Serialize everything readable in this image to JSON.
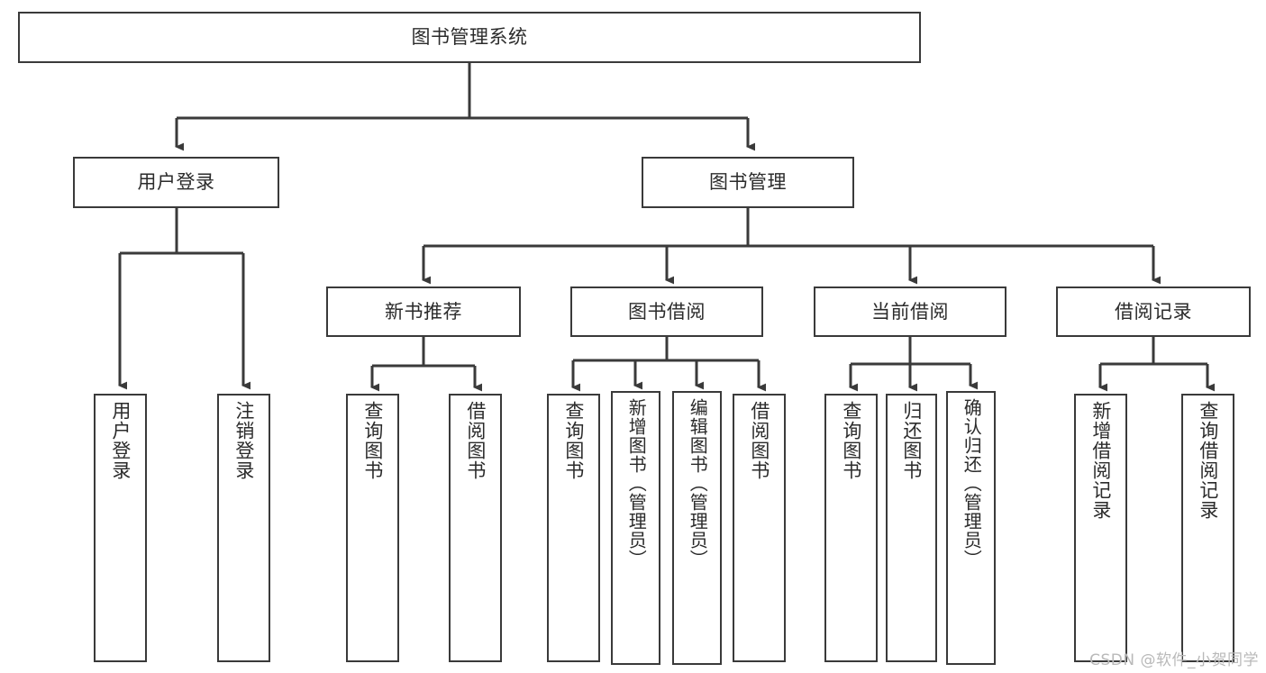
{
  "diagram": {
    "title": "图书管理系统",
    "type": "tree",
    "orientation": "top-down",
    "stroke_color": "#3a3a3a",
    "fill_color": "#ffffff",
    "text_color": "#2b2b2b",
    "background_color": "#ffffff"
  },
  "nodes": {
    "root": {
      "label": "图书管理系统",
      "level": 0
    },
    "l1": [
      {
        "id": "user_login",
        "label": "用户登录",
        "level": 1
      },
      {
        "id": "book_manage",
        "label": "图书管理",
        "level": 1
      }
    ],
    "l2": [
      {
        "id": "new_book_rec",
        "label": "新书推荐",
        "level": 2,
        "parent": "book_manage"
      },
      {
        "id": "book_borrow",
        "label": "图书借阅",
        "level": 2,
        "parent": "book_manage"
      },
      {
        "id": "current_borrow",
        "label": "当前借阅",
        "level": 2,
        "parent": "book_manage"
      },
      {
        "id": "borrow_record",
        "label": "借阅记录",
        "level": 2,
        "parent": "book_manage"
      }
    ],
    "leaves": [
      {
        "id": "leaf_user_login",
        "label": "用户登录",
        "parent": "user_login"
      },
      {
        "id": "leaf_user_logout",
        "label": "注销登录",
        "parent": "user_login"
      },
      {
        "id": "leaf_query_book_1",
        "label": "查询图书",
        "parent": "new_book_rec"
      },
      {
        "id": "leaf_borrow_book_1",
        "label": "借阅图书",
        "parent": "new_book_rec"
      },
      {
        "id": "leaf_query_book_2",
        "label": "查询图书",
        "parent": "book_borrow"
      },
      {
        "id": "leaf_add_book",
        "label": "新增图书（管理员）",
        "parent": "book_borrow"
      },
      {
        "id": "leaf_edit_book",
        "label": "编辑图书（管理员）",
        "parent": "book_borrow"
      },
      {
        "id": "leaf_borrow_book_2",
        "label": "借阅图书",
        "parent": "book_borrow"
      },
      {
        "id": "leaf_query_book_3",
        "label": "查询图书",
        "parent": "current_borrow"
      },
      {
        "id": "leaf_return_book",
        "label": "归还图书",
        "parent": "current_borrow"
      },
      {
        "id": "leaf_confirm_return",
        "label": "确认归还（管理员）",
        "parent": "current_borrow"
      },
      {
        "id": "leaf_add_record",
        "label": "新增借阅记录",
        "parent": "borrow_record"
      },
      {
        "id": "leaf_query_record",
        "label": "查询借阅记录",
        "parent": "borrow_record"
      }
    ]
  },
  "watermark": {
    "text": "CSDN @软件_小贺同学"
  }
}
